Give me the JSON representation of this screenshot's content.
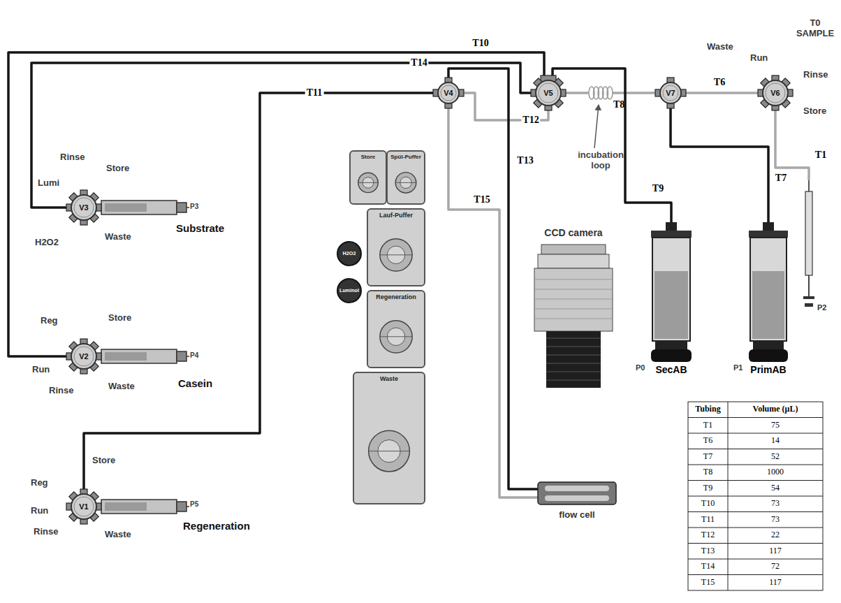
{
  "diagram": {
    "nodes": [
      {
        "text": [
          "V3"
        ]
      },
      {
        "text": [
          "V2"
        ]
      },
      {
        "text": [
          "V1"
        ]
      },
      {
        "text": [
          "V4"
        ]
      },
      {
        "text": [
          "V5"
        ]
      },
      {
        "text": [
          "incubation loop"
        ]
      },
      {
        "text": [
          "V7"
        ]
      },
      {
        "text": [
          "V6"
        ]
      },
      {
        "text": [
          "Store"
        ]
      },
      {
        "text": [
          "Spül-Puffer"
        ]
      },
      {
        "text": [
          "H2O2"
        ]
      },
      {
        "text": [
          "Lauf-Puffer"
        ]
      },
      {
        "text": [
          "Luminol"
        ]
      },
      {
        "text": [
          "Regeneration"
        ]
      },
      {
        "text": [
          "Waste"
        ]
      },
      {
        "text": [
          "CCD camera"
        ]
      },
      {
        "text": [
          "SecAB"
        ]
      },
      {
        "text": [
          "PrimAB"
        ]
      },
      {
        "text": [
          "P2"
        ]
      },
      {
        "text": [
          "flow cell"
        ]
      }
    ],
    "edges": [
      {
        "from": 0,
        "to": 4,
        "arrow": "none",
        "label": "T14"
      },
      {
        "from": 1,
        "to": 4,
        "arrow": "none",
        "label": "T10"
      },
      {
        "from": 2,
        "to": 3,
        "arrow": "none",
        "label": "T11"
      },
      {
        "from": 4,
        "to": 3,
        "arrow": "none",
        "label": "T12"
      },
      {
        "from": 3,
        "to": 19,
        "arrow": "none",
        "label": "T13"
      },
      {
        "from": 3,
        "to": 19,
        "arrow": "none",
        "label": "T15"
      },
      {
        "from": 4,
        "to": 5,
        "arrow": "none"
      },
      {
        "from": 5,
        "to": 6,
        "arrow": "none"
      },
      {
        "from": 6,
        "to": 7,
        "arrow": "none",
        "label": "T6"
      },
      {
        "from": 4,
        "to": 16,
        "arrow": "none",
        "label": "T9"
      },
      {
        "from": 6,
        "to": 17,
        "arrow": "none",
        "label": "T7"
      },
      {
        "from": 7,
        "to": 18,
        "arrow": "none",
        "label": "T1"
      }
    ],
    "labels": [
      "Rinse",
      "Store",
      "Lumi",
      "H2O2",
      "Waste",
      "P3",
      "Substrate",
      "Reg",
      "Store",
      "Run",
      "Rinse",
      "Waste",
      "P4",
      "Casein",
      "Store",
      "Reg",
      "Run",
      "Rinse",
      "Waste",
      "P5",
      "Regeneration",
      "Waste",
      "Run",
      "T0 SAMPLE",
      "Rinse",
      "Store",
      "P0",
      "P1",
      "T8",
      "Tubing",
      "Volume (µL)",
      "T1",
      "75",
      "T6",
      "14",
      "T7",
      "52",
      "T8",
      "1000",
      "T9",
      "54",
      "T10",
      "73",
      "T11",
      "73",
      "T12",
      "22",
      "T13",
      "117",
      "T14",
      "72",
      "T15",
      "117"
    ]
  }
}
